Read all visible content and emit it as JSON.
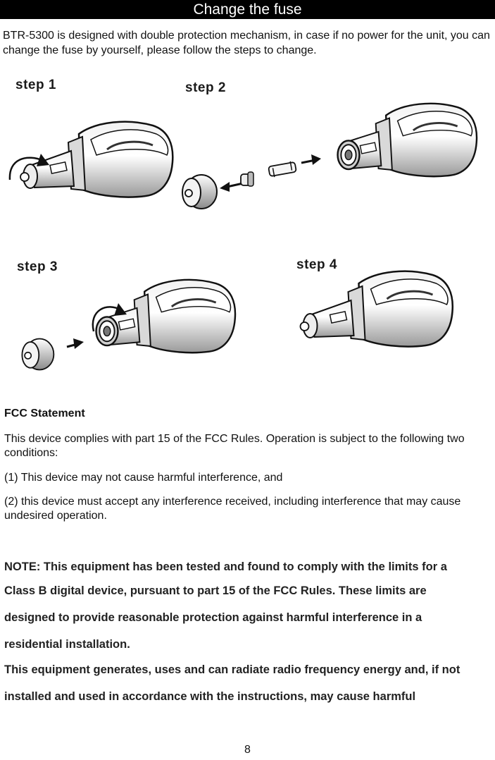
{
  "header": {
    "title": "Change the fuse"
  },
  "intro": "BTR-5300 is designed with double protection mechanism, in case if no power for the unit, you can change the fuse by yourself, please follow the steps to change.",
  "steps": [
    {
      "label": "step 1"
    },
    {
      "label": "step 2"
    },
    {
      "label": "step 3"
    },
    {
      "label": "step 4"
    }
  ],
  "fcc": {
    "heading": "FCC Statement",
    "p1": "This device complies with part 15 of the FCC Rules. Operation is subject to the following two conditions:",
    "p2": "(1) This device may not cause harmful interference, and",
    "p3": "(2) this device must accept any interference received, including interference that may cause undesired operation."
  },
  "note": {
    "line1": "NOTE: This equipment has been tested and found to comply with the limits for a",
    "line2": "Class B digital device, pursuant to part 15 of the FCC Rules. These limits are",
    "line3": "designed to provide reasonable protection against harmful interference in a",
    "line4": "residential installation.",
    "line5": "This equipment generates, uses and can radiate radio frequency energy and, if not",
    "line6": "installed and used in accordance with the instructions, may cause harmful"
  },
  "page_number": "8"
}
